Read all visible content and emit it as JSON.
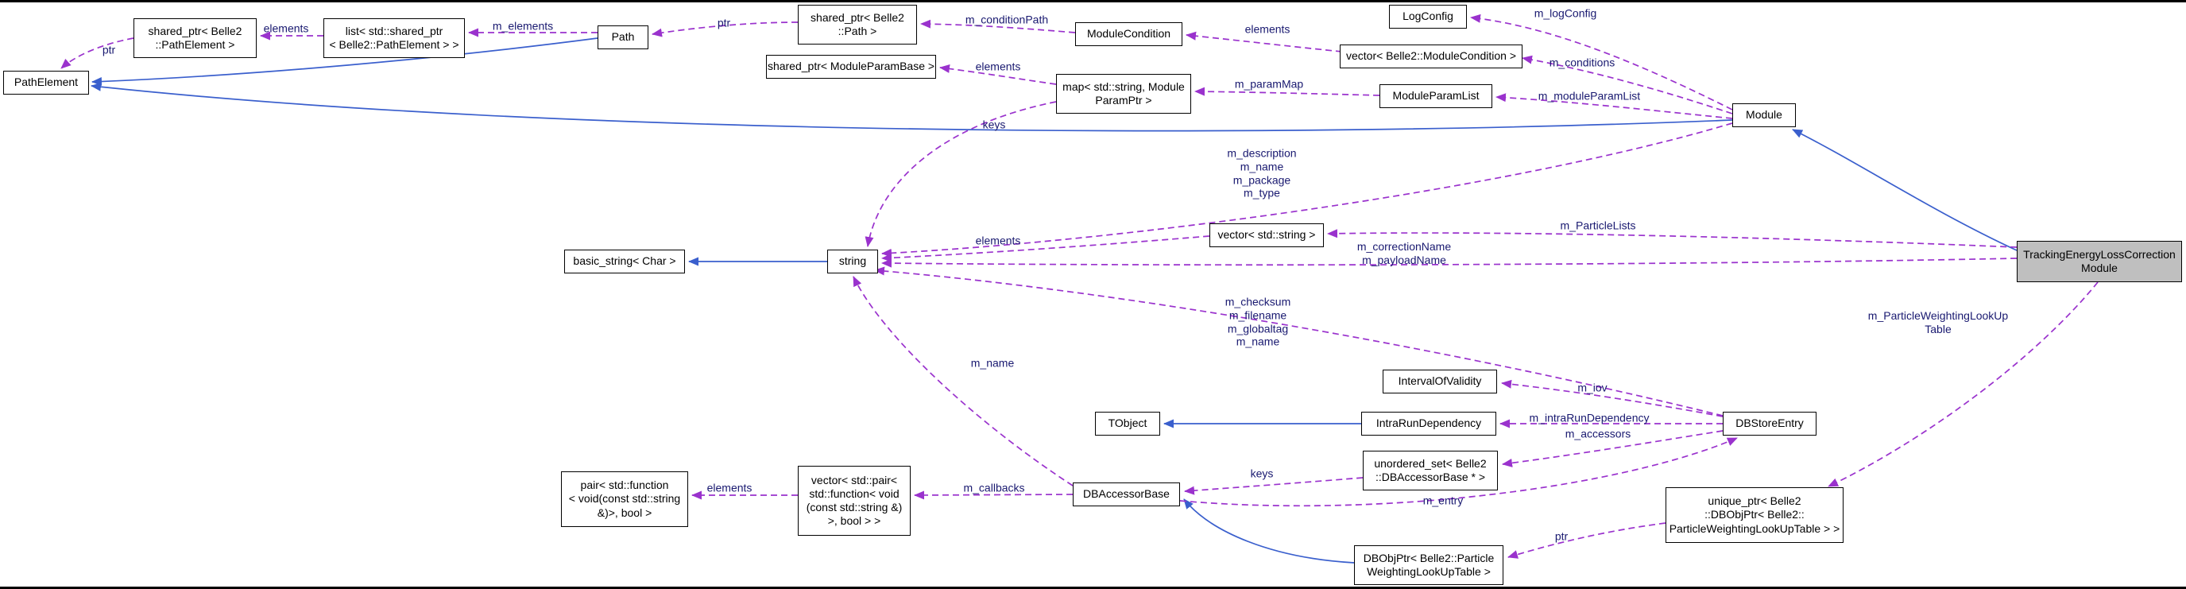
{
  "colors": {
    "usage_edge": "#9a32cd",
    "inheritance_edge": "#3a5fcd",
    "edge_label": "#191970",
    "node_background": "#ffffff",
    "node_border": "#000000",
    "target_node_background": "#bfbfbf",
    "canvas_background": "#ffffff",
    "frame": "#000000"
  },
  "nodes": [
    {
      "id": "pathelement",
      "lines": [
        "PathElement"
      ]
    },
    {
      "id": "shared-ptr-pathelement",
      "lines": [
        "shared_ptr< Belle2",
        "::PathElement >"
      ]
    },
    {
      "id": "list-shared-ptr-pathelement",
      "lines": [
        "list< std::shared_ptr",
        "< Belle2::PathElement > >"
      ]
    },
    {
      "id": "path",
      "lines": [
        "Path"
      ]
    },
    {
      "id": "shared-ptr-path",
      "lines": [
        "shared_ptr< Belle2",
        "::Path >"
      ]
    },
    {
      "id": "module-condition",
      "lines": [
        "ModuleCondition"
      ]
    },
    {
      "id": "log-config",
      "lines": [
        "LogConfig"
      ]
    },
    {
      "id": "vector-module-condition",
      "lines": [
        "vector< Belle2::ModuleCondition >"
      ]
    },
    {
      "id": "shared-ptr-module-param-base",
      "lines": [
        "shared_ptr< ModuleParamBase >"
      ]
    },
    {
      "id": "map-string-module-param-ptr",
      "lines": [
        "map< std::string, Module",
        "ParamPtr >"
      ]
    },
    {
      "id": "module-param-list",
      "lines": [
        "ModuleParamList"
      ]
    },
    {
      "id": "module",
      "lines": [
        "Module"
      ]
    },
    {
      "id": "basic-string-char",
      "lines": [
        "basic_string< Char >"
      ]
    },
    {
      "id": "string",
      "lines": [
        "string"
      ]
    },
    {
      "id": "vector-string",
      "lines": [
        "vector< std::string >"
      ]
    },
    {
      "id": "tracking-energy-loss-correction-module",
      "lines": [
        "TrackingEnergyLossCorrection",
        "Module"
      ]
    },
    {
      "id": "interval-of-validity",
      "lines": [
        "IntervalOfValidity"
      ]
    },
    {
      "id": "tobject",
      "lines": [
        "TObject"
      ]
    },
    {
      "id": "intra-run-dependency",
      "lines": [
        "IntraRunDependency"
      ]
    },
    {
      "id": "dbstore-entry",
      "lines": [
        "DBStoreEntry"
      ]
    },
    {
      "id": "unordered-set-dbaccessor-base",
      "lines": [
        "unordered_set< Belle2",
        "::DBAccessorBase * >"
      ]
    },
    {
      "id": "pair-function-bool",
      "lines": [
        "pair< std::function",
        "< void(const std::string",
        "&)>, bool >"
      ]
    },
    {
      "id": "vector-pair-function-bool",
      "lines": [
        "vector< std::pair<",
        "std::function< void",
        "(const std::string &)",
        ">, bool > >"
      ]
    },
    {
      "id": "dbaccessor-base",
      "lines": [
        "DBAccessorBase"
      ]
    },
    {
      "id": "unique-ptr-dbobjptr",
      "lines": [
        "unique_ptr< Belle2",
        "::DBObjPtr< Belle2::",
        "ParticleWeightingLookUpTable > >"
      ]
    },
    {
      "id": "dbobjptr-particle-weighting",
      "lines": [
        "DBObjPtr< Belle2::Particle",
        "WeightingLookUpTable >"
      ]
    }
  ],
  "edge_labels": [
    {
      "id": "ptr-shared-ptr-pathelement",
      "lines": [
        "ptr"
      ]
    },
    {
      "id": "elements-list-pathelement",
      "lines": [
        "elements"
      ]
    },
    {
      "id": "m-elements",
      "lines": [
        "m_elements"
      ]
    },
    {
      "id": "ptr-shared-ptr-path",
      "lines": [
        "ptr"
      ]
    },
    {
      "id": "m-conditionpath",
      "lines": [
        "m_conditionPath"
      ]
    },
    {
      "id": "elements-vector-modulecondition",
      "lines": [
        "elements"
      ]
    },
    {
      "id": "m-logconfig",
      "lines": [
        "m_logConfig"
      ]
    },
    {
      "id": "m-conditions",
      "lines": [
        "m_conditions"
      ]
    },
    {
      "id": "m-moduleparamlist",
      "lines": [
        "m_moduleParamList"
      ]
    },
    {
      "id": "m-parammap",
      "lines": [
        "m_paramMap"
      ]
    },
    {
      "id": "elements-map",
      "lines": [
        "elements"
      ]
    },
    {
      "id": "keys-map",
      "lines": [
        "keys"
      ]
    },
    {
      "id": "module-string-members",
      "lines": [
        "m_description",
        "m_name",
        "m_package",
        "m_type"
      ]
    },
    {
      "id": "elements-vector-string",
      "lines": [
        "elements"
      ]
    },
    {
      "id": "m-particlelists",
      "lines": [
        "m_ParticleLists"
      ]
    },
    {
      "id": "target-string-members",
      "lines": [
        "m_correctionName",
        "m_payloadName"
      ]
    },
    {
      "id": "dbstoreentry-string-members",
      "lines": [
        "m_checksum",
        "m_filename",
        "m_globaltag",
        "m_name"
      ]
    },
    {
      "id": "m-name-dbaccessor",
      "lines": [
        "m_name"
      ]
    },
    {
      "id": "m-particleweightinglookuptable",
      "lines": [
        "m_ParticleWeightingLookUp",
        "Table"
      ]
    },
    {
      "id": "m-iov",
      "lines": [
        "m_iov"
      ]
    },
    {
      "id": "m-intrarundependency",
      "lines": [
        "m_intraRunDependency"
      ]
    },
    {
      "id": "m-accessors",
      "lines": [
        "m_accessors"
      ]
    },
    {
      "id": "keys-unordered-set",
      "lines": [
        "keys"
      ]
    },
    {
      "id": "m-entry",
      "lines": [
        "m_entry"
      ]
    },
    {
      "id": "elements-vector-pair",
      "lines": [
        "elements"
      ]
    },
    {
      "id": "m-callbacks",
      "lines": [
        "m_callbacks"
      ]
    },
    {
      "id": "ptr-unique-ptr",
      "lines": [
        "ptr"
      ]
    }
  ]
}
